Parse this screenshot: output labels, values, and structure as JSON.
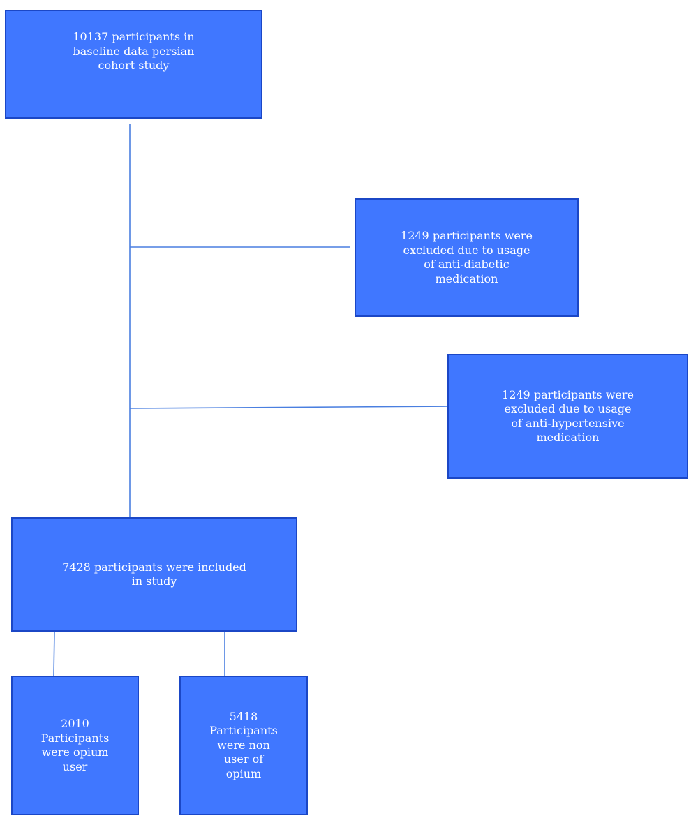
{
  "colors": {
    "box_fill": "#4077ff",
    "box_border": "#1b47c6",
    "connector": "#4a7fe0",
    "text": "#ffffff"
  },
  "flowchart": {
    "baseline": "10137 participants in\nbaseline data persian\ncohort study",
    "excluded_diabetic": "1249 participants were\nexcluded due to usage\nof anti-diabetic\nmedication",
    "excluded_hypertensive": "1249 participants were\nexcluded due to usage\nof anti-hypertensive\nmedication",
    "included": "7428 participants were included\nin study",
    "opium_users": "2010\nParticipants\nwere opium\nuser",
    "non_opium_users": "5418\nParticipants\nwere non\nuser of\nopium"
  }
}
